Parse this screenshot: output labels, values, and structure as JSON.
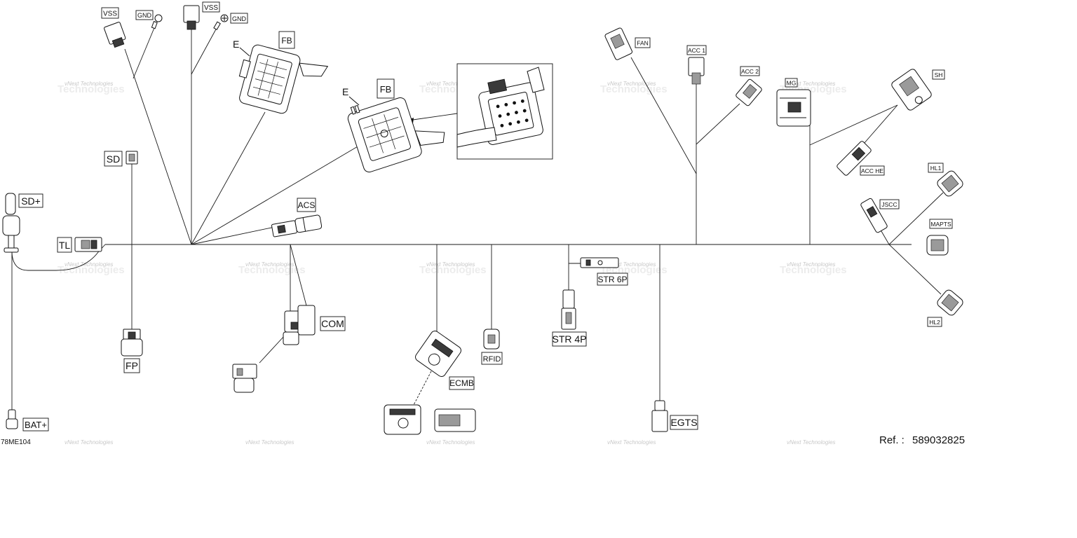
{
  "diagram": {
    "figure_code": "78ME104",
    "reference": {
      "label": "Ref. :",
      "value": "589032825"
    },
    "watermark": {
      "line1": "vNext Technologies",
      "line2": "Technologies"
    },
    "connector_labels": {
      "vss_1": "VSS",
      "gnd_1": "GND",
      "vss_2": "VSS",
      "gnd_2": "GND",
      "e_1": "E",
      "fb_1": "FB",
      "e_2": "E",
      "fb_2": "FB",
      "sd": "SD",
      "sd_plus": "SD+",
      "tl": "TL",
      "acs": "ACS",
      "fp": "FP",
      "com": "COM",
      "bat_plus": "BAT+",
      "ecmb": "ECMB",
      "rfid": "RFID",
      "str_6p": "STR 6P",
      "str_4p": "STR 4P",
      "egts": "EGTS",
      "fan": "FAN",
      "acc_1": "ACC 1",
      "acc_2": "ACC 2",
      "mg": "MG",
      "sh": "SH",
      "acc_he": "ACC HE",
      "hl1": "HL1",
      "jscc": "JSCC",
      "mapts": "MAPTS",
      "hl2": "HL2"
    },
    "label_colors": {
      "purple": "#5a1a6a",
      "brown": "#7a4a10",
      "black": "#111111"
    }
  }
}
